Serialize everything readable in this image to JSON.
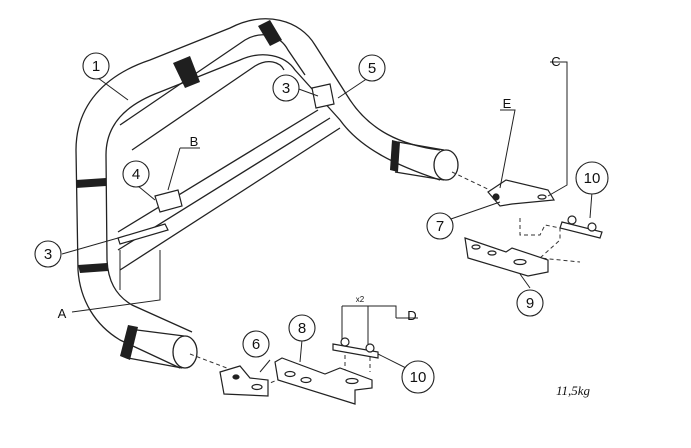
{
  "diagram": {
    "callouts": {
      "c1": "1",
      "c3a": "3",
      "c3b": "3",
      "c4": "4",
      "c5": "5",
      "c6": "6",
      "c7": "7",
      "c8": "8",
      "c9": "9",
      "c10a": "10",
      "c10b": "10"
    },
    "letters": {
      "A": "A",
      "B": "B",
      "C": "C",
      "D": "D",
      "E": "E"
    },
    "quantity": "x2",
    "weight": "11,5kg"
  },
  "colors": {
    "line": "#222222",
    "tube_band": "#1f1f1f",
    "background": "#ffffff"
  }
}
